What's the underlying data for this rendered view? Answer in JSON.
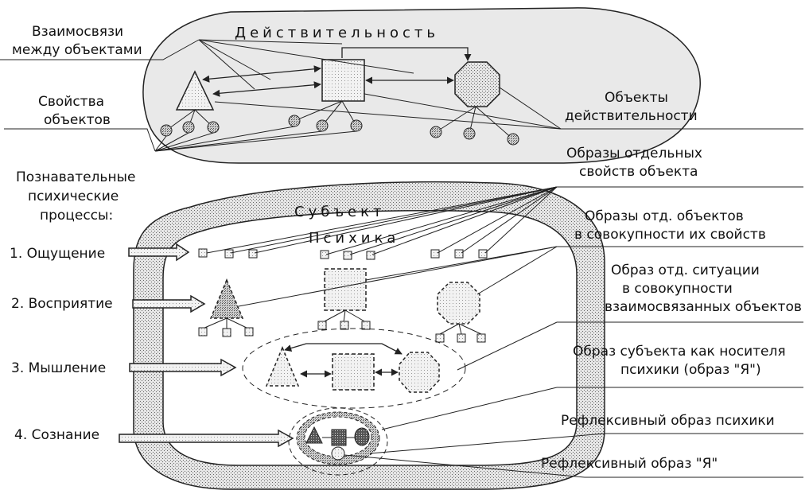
{
  "diagram": {
    "reality": {
      "title": "Действительность",
      "relations_label": [
        "Взаимосвязи",
        "между объектами"
      ],
      "properties_label": [
        "Свойства",
        "объектов"
      ],
      "objects_label": [
        "Объекты",
        "действительности"
      ]
    },
    "subject": {
      "title": "Субъект",
      "psyche_title": "Психика"
    },
    "processes": {
      "heading": [
        "Познавательные",
        "психические",
        "процессы:"
      ],
      "items": [
        "1. Ощущение",
        "2. Восприятие",
        "3. Мышление",
        "4. Сознание"
      ]
    },
    "images": {
      "separate_properties": [
        "Образы отдельных",
        "свойств объекта"
      ],
      "separate_objects": [
        "Образы отд. объектов",
        "в совокупности их свойств"
      ],
      "situation": [
        "Образ отд. ситуации",
        "в совокупности",
        "взаимосвязанных объектов"
      ],
      "self_image": [
        "Образ субъекта как носителя",
        "психики (образ \"Я\")"
      ],
      "reflexive_psyche": "Рефлексивный образ психики",
      "reflexive_self": "Рефлексивный образ \"Я\""
    }
  }
}
